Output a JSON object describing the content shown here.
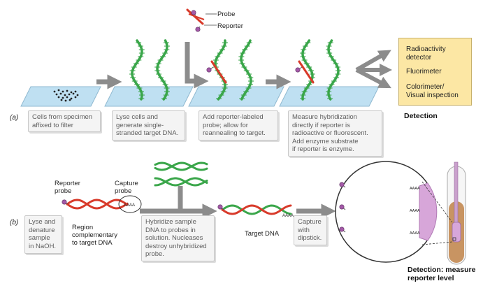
{
  "part_a": {
    "label": "(a)",
    "probe_label": "Probe",
    "reporter_label": "Reporter",
    "step1": "Cells from specimen\naffixed to filter",
    "step2": "Lyse cells and\ngenerate single-\nstranded target DNA.",
    "step3": "Add reporter-labeled\nprobe; allow for\nreannealing to target.",
    "step4": "Measure hybridization\ndirectly if reporter is\nradioactive or fluorescent.\nAdd enzyme substrate\nif reporter is enzyme.",
    "detectors": [
      "Radioactivity\ndetector",
      "Fluorimeter",
      "Colorimeter/\nVisual inspection"
    ],
    "detection_title": "Detection"
  },
  "part_b": {
    "label": "(b)",
    "reporter_probe": "Reporter\nprobe",
    "capture_probe": "Capture\nprobe",
    "region_label": "Region\ncomplementary\nto target DNA",
    "target_dna": "Target DNA",
    "step1": "Lyse and\ndenature\nsample\nin NaOH.",
    "step2": "Hybridize sample\nDNA to probes in\nsolution. Nucleases\ndestroy unhybridized\nprobe.",
    "step3": "Capture\nwith\ndipstick.",
    "tag_text": "AAAA",
    "detection_title": "Detection: measure\nreporter level"
  },
  "colors": {
    "dna_green": "#3aa64a",
    "dna_red": "#d83a2a",
    "filter_blue": "#bfe0f2",
    "reporter_purple": "#a45aa8",
    "arrow_gray": "#8c8c8c",
    "detection_box": "#fce7a4",
    "tube_brown": "#c89462"
  }
}
